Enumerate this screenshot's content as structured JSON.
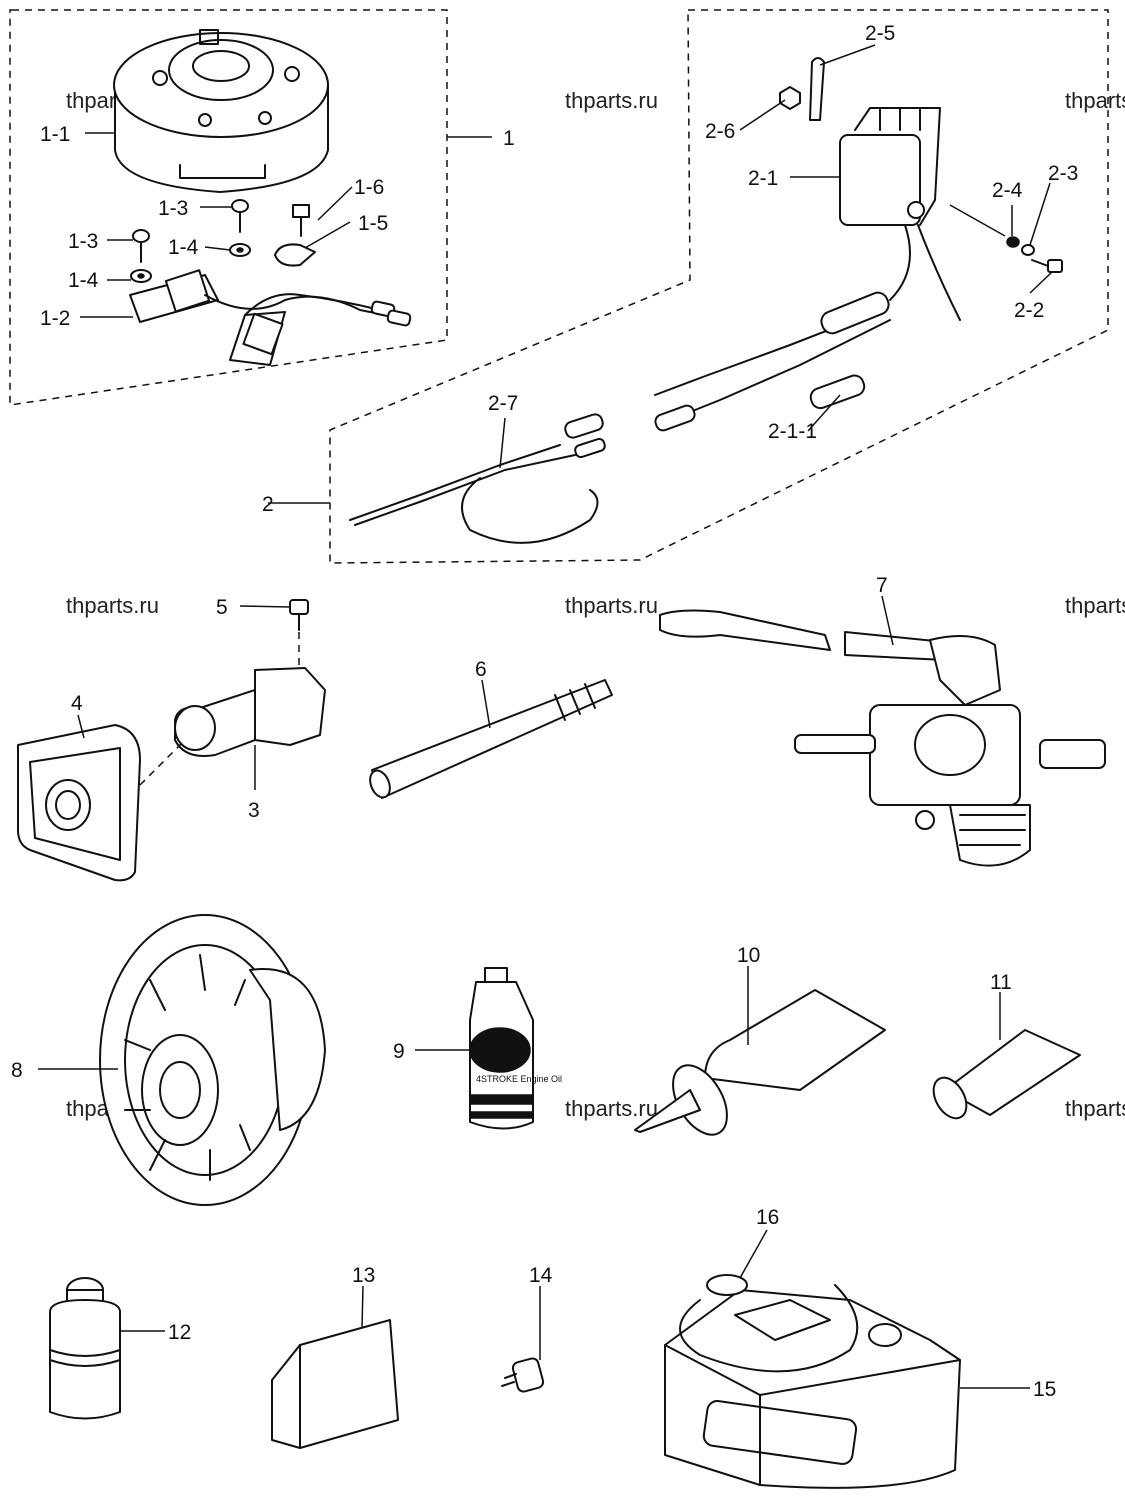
{
  "watermark_text": "thparts.ru",
  "callouts": {
    "c1": "1",
    "c1_1": "1-1",
    "c1_2": "1-2",
    "c1_3a": "1-3",
    "c1_3b": "1-3",
    "c1_4a": "1-4",
    "c1_4b": "1-4",
    "c1_5": "1-5",
    "c1_6": "1-6",
    "c2": "2",
    "c2_1": "2-1",
    "c2_1_1": "2-1-1",
    "c2_2": "2-2",
    "c2_3": "2-3",
    "c2_4": "2-4",
    "c2_5": "2-5",
    "c2_6": "2-6",
    "c2_7": "2-7",
    "c3": "3",
    "c4": "4",
    "c5": "5",
    "c6": "6",
    "c7": "7",
    "c8": "8",
    "c9": "9",
    "c10": "10",
    "c11": "11",
    "c12": "12",
    "c13": "13",
    "c14": "14",
    "c15": "15",
    "c16": "16"
  },
  "oil_can_label": "4STROKE Engine Oil"
}
